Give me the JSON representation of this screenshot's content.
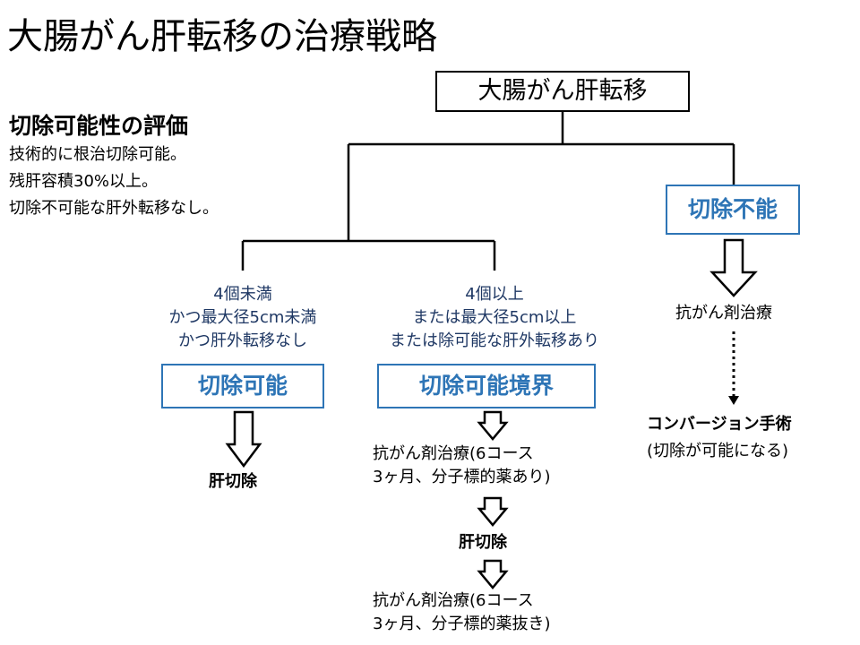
{
  "title": "大腸がん肝転移の治療戦略",
  "root": "大腸がん肝転移",
  "criteria": {
    "heading": "切除可能性の評価",
    "lines": [
      "技術的に根治切除可能。",
      "残肝容積30%以上。",
      "切除不可能な肝外転移なし。"
    ]
  },
  "left_branch": {
    "condition": [
      "4個未満",
      "かつ最大径5cm未満",
      "かつ肝外転移なし"
    ],
    "box": "切除可能",
    "result": "肝切除"
  },
  "middle_branch": {
    "condition": [
      "4個以上",
      "または最大径5cm以上",
      "または除可能な肝外転移あり"
    ],
    "box": "切除可能境界",
    "step1": [
      "抗がん剤治療(6コース",
      "3ヶ月、分子標的薬あり)"
    ],
    "step2": "肝切除",
    "step3": [
      "抗がん剤治療(6コース",
      "3ヶ月、分子標的薬抜き)"
    ]
  },
  "right_branch": {
    "box": "切除不能",
    "step1": "抗がん剤治療",
    "step2_title": "コンバージョン手術",
    "step2_sub": "(切除が可能になる)"
  },
  "colors": {
    "accent_blue": "#2e75b6",
    "condition_text": "#1f3864"
  }
}
